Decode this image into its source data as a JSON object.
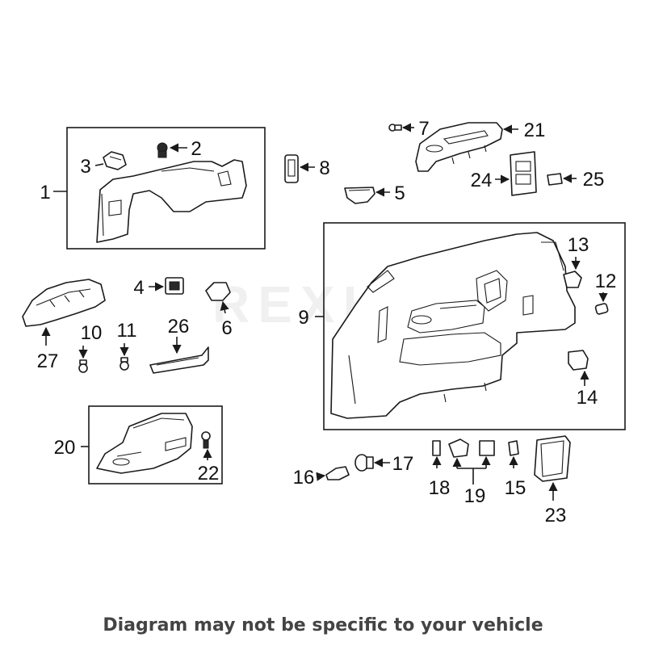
{
  "watermark": "REXKA",
  "disclaimer": "Diagram may not be specific to your vehicle",
  "callouts": {
    "c1": "1",
    "c2": "2",
    "c3": "3",
    "c4": "4",
    "c5": "5",
    "c6": "6",
    "c7": "7",
    "c8": "8",
    "c9": "9",
    "c10": "10",
    "c11": "11",
    "c12": "12",
    "c13": "13",
    "c14": "14",
    "c15": "15",
    "c16": "16",
    "c17": "17",
    "c18": "18",
    "c19": "19",
    "c20": "20",
    "c21": "21",
    "c22": "22",
    "c23": "23",
    "c24": "24",
    "c25": "25",
    "c26": "26",
    "c27": "27"
  }
}
